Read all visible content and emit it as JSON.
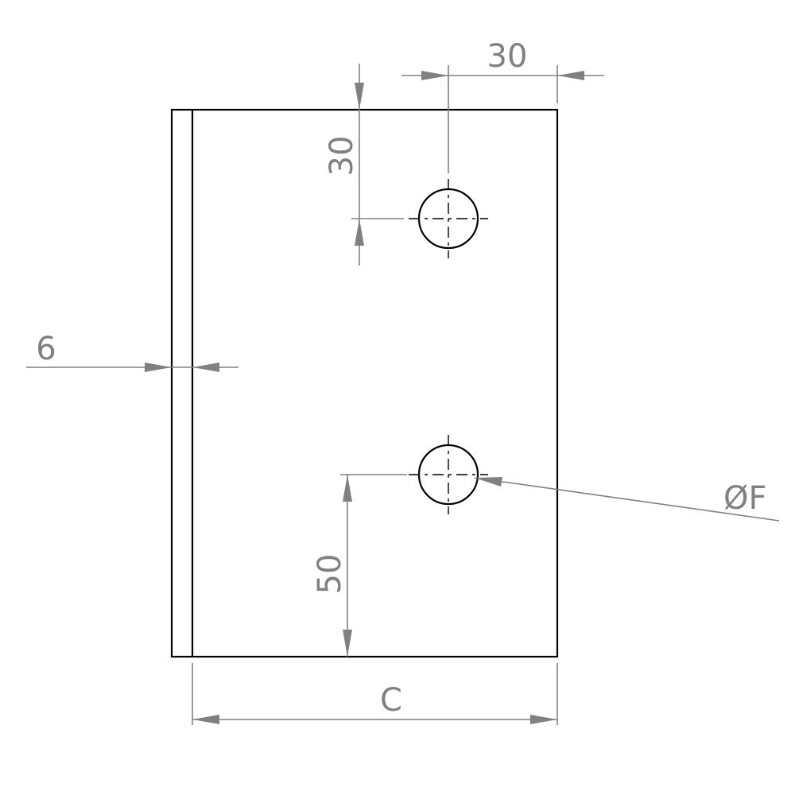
{
  "dimensions": {
    "hole_offset_horizontal": "30",
    "hole_offset_top": "30",
    "flange_thickness": "6",
    "hole_offset_bottom": "50",
    "hole_diameter": "ØF",
    "plate_width": "C"
  },
  "colors": {
    "outline": "#000000",
    "dimension": "#808080",
    "background": "#ffffff"
  }
}
